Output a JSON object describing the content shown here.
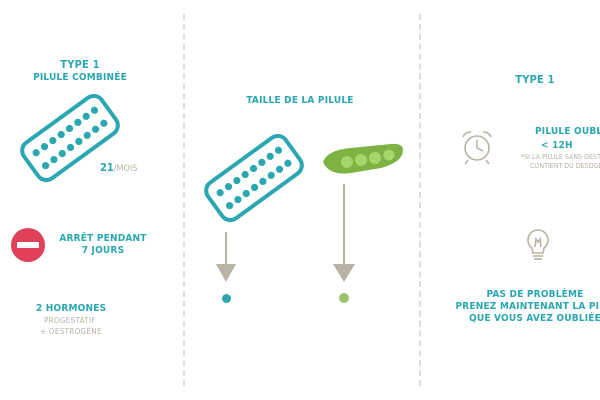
{
  "colors": {
    "teal": "#2aa7b1",
    "beige": "#b9b3a4",
    "red": "#e0405a",
    "green": "#7cb342",
    "arrow": "#b9b3a4"
  },
  "left": {
    "type": "TYPE 1",
    "subtitle": "PILULE COMBINÉE",
    "dose_count": "21",
    "dose_unit": "/MOIS",
    "stop_line1": "ARRÊT PENDANT",
    "stop_line2": "7 JOURS",
    "hormones_title": "2 HORMONES",
    "hormone_1": "PROGESTATIF",
    "hormone_2": "+ OESTROGÈNE"
  },
  "middle": {
    "title": "TAILLE DE LA PILULE"
  },
  "right": {
    "type": "TYPE 1",
    "forgot_line1": "PILULE OUBLIÉE ?",
    "forgot_line2": "< 12H",
    "note_line1": "*SI LA PILULE SANS OESTROGÈNE",
    "note_line2": "CONTIENT DU DESOGESTREL",
    "msg_line1": "PAS DE PROBLÈME",
    "msg_line2": "PRENEZ MAINTENANT LA PILULE",
    "msg_line3": "QUE VOUS AVEZ OUBLIÉE"
  },
  "icons": [
    "pill-pack-icon",
    "no-entry-icon",
    "pea-pod-icon",
    "alarm-clock-icon",
    "lightbulb-icon",
    "arrow-down-icon"
  ]
}
